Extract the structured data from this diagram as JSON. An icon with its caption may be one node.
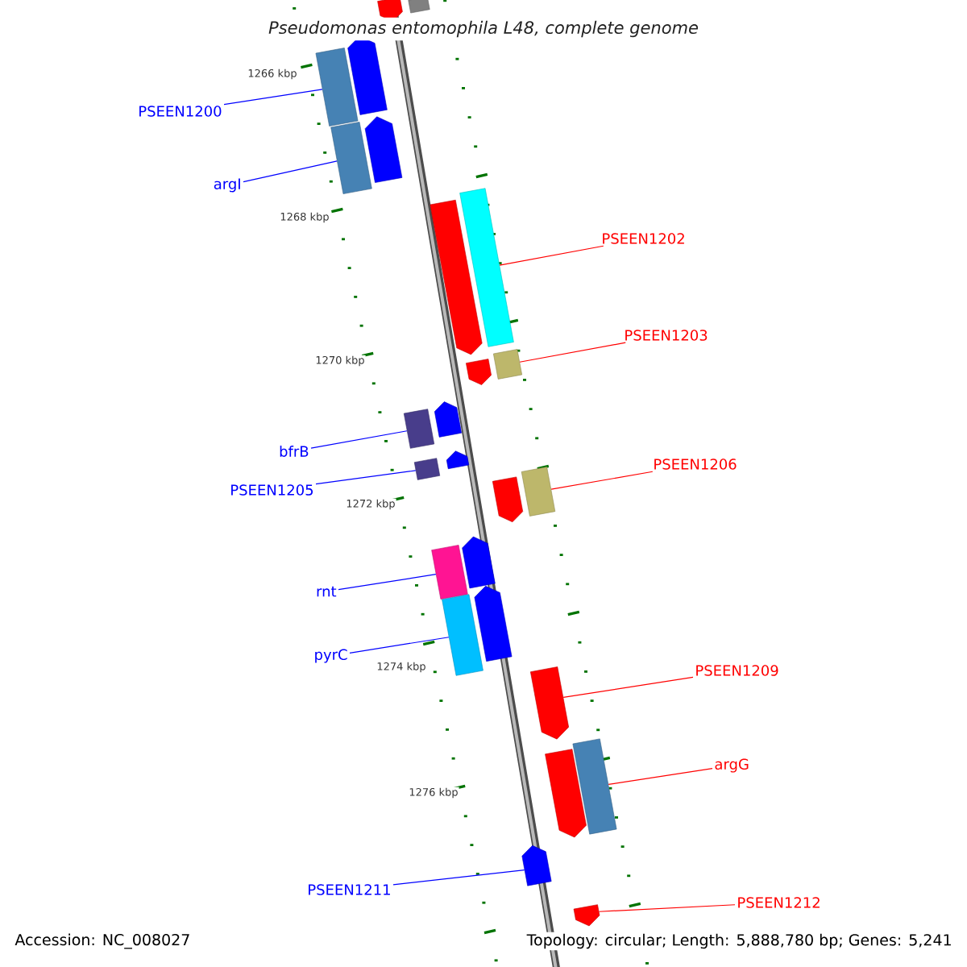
{
  "diagram": {
    "title": "Pseudomonas entomophila L48, complete genome",
    "nodes": [
      {
        "text": [
          "PSEEN1200"
        ]
      },
      {
        "text": [
          "argI"
        ]
      },
      {
        "text": [
          "PSEEN1202"
        ]
      },
      {
        "text": [
          "PSEEN1203"
        ]
      },
      {
        "text": [
          "bfrB"
        ]
      },
      {
        "text": [
          "PSEEN1205"
        ]
      },
      {
        "text": [
          "PSEEN1206"
        ]
      },
      {
        "text": [
          "rnt"
        ]
      },
      {
        "text": [
          "pyrC"
        ]
      },
      {
        "text": [
          "PSEEN1209"
        ]
      },
      {
        "text": [
          "argG"
        ]
      },
      {
        "text": [
          "PSEEN1211"
        ]
      },
      {
        "text": [
          "PSEEN1212"
        ]
      },
      {
        "text": [],
        "shape": "pentagon"
      },
      {
        "text": [],
        "shape": "bar"
      },
      {
        "text": [],
        "shape": "pentagon"
      },
      {
        "text": [],
        "shape": "bar"
      },
      {
        "text": [],
        "shape": "pentagon"
      },
      {
        "text": [],
        "shape": "bar"
      },
      {
        "text": [],
        "shape": "bar"
      },
      {
        "text": [],
        "shape": "pentagon"
      },
      {
        "text": [],
        "shape": "bar"
      },
      {
        "text": [],
        "shape": "pentagon"
      },
      {
        "text": [],
        "shape": "pentagon"
      },
      {
        "text": [],
        "shape": "bar"
      },
      {
        "text": [],
        "shape": "pentagon"
      },
      {
        "text": [],
        "shape": "bar"
      },
      {
        "text": [],
        "shape": "bar"
      },
      {
        "text": [],
        "shape": "pentagon"
      },
      {
        "text": [],
        "shape": "pentagon"
      },
      {
        "text": [],
        "shape": "bar"
      },
      {
        "text": [],
        "shape": "pentagon"
      },
      {
        "text": [],
        "shape": "bar"
      },
      {
        "text": [],
        "shape": "pentagon"
      },
      {
        "text": [],
        "shape": "bar"
      },
      {
        "text": [],
        "shape": "pentagon"
      },
      {
        "text": [],
        "shape": "pentagon"
      },
      {
        "text": [],
        "shape": "pentagon"
      }
    ],
    "edges": [
      {
        "from": 0,
        "to": 16,
        "arrow": "none"
      },
      {
        "from": 1,
        "to": 18,
        "arrow": "none"
      },
      {
        "from": 2,
        "to": 19,
        "arrow": "none",
        "color": "#ff0000"
      },
      {
        "from": 3,
        "to": 21,
        "arrow": "none",
        "color": "#ff0000"
      },
      {
        "from": 4,
        "to": 24,
        "arrow": "none"
      },
      {
        "from": 5,
        "to": 26,
        "arrow": "none"
      },
      {
        "from": 6,
        "to": 27,
        "arrow": "none",
        "color": "#ff0000"
      },
      {
        "from": 7,
        "to": 30,
        "arrow": "none"
      },
      {
        "from": 8,
        "to": 32,
        "arrow": "none"
      },
      {
        "from": 9,
        "to": 33,
        "arrow": "none",
        "color": "#ff0000"
      },
      {
        "from": 10,
        "to": 34,
        "arrow": "none",
        "color": "#ff0000"
      },
      {
        "from": 11,
        "to": 36,
        "arrow": "none"
      },
      {
        "from": 12,
        "to": 37,
        "arrow": "none",
        "color": "#ff0000"
      }
    ],
    "labels": [
      "1266 kbp",
      "1268 kbp",
      "1270 kbp",
      "1272 kbp",
      "1274 kbp",
      "1276 kbp",
      "Accession: NC_008027",
      "Topology: circular; Length: 5,888,780 bp; Genes: 5,241"
    ]
  }
}
